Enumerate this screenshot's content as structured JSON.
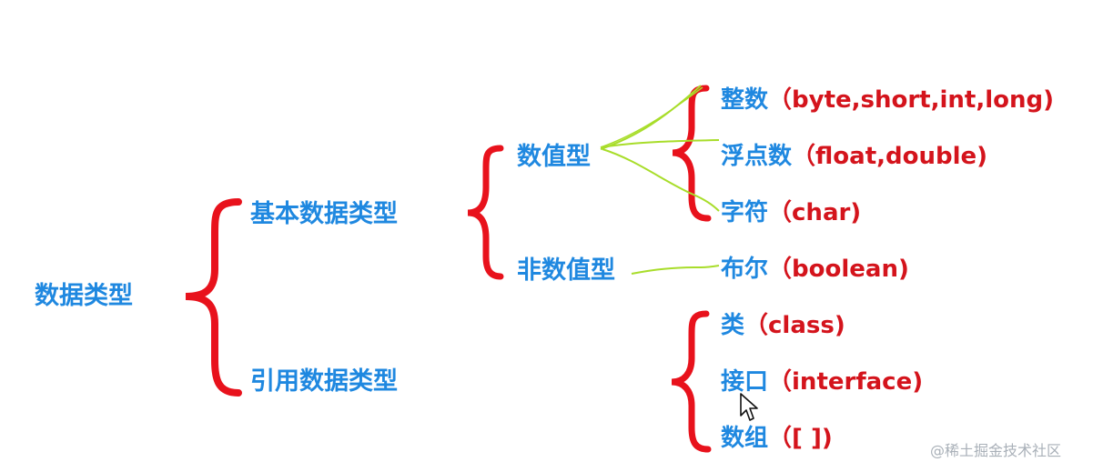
{
  "diagram": {
    "root": {
      "label": "数据类型"
    },
    "primitive": {
      "label": "基本数据类型",
      "numeric": {
        "label": "数值型",
        "items": [
          {
            "name": "整数",
            "detail": "（byte,short,int,long)"
          },
          {
            "name": "浮点数",
            "detail": "（float,double)"
          },
          {
            "name": "字符",
            "detail": "（char)"
          }
        ]
      },
      "non_numeric": {
        "label": "非数值型",
        "items": [
          {
            "name": "布尔",
            "detail": "（boolean)"
          }
        ]
      }
    },
    "reference": {
      "label": "引用数据类型",
      "items": [
        {
          "name": "类",
          "detail": "（class)"
        },
        {
          "name": "接口",
          "detail": "（interface)"
        },
        {
          "name": "数组",
          "detail": "（[ ])"
        }
      ]
    }
  },
  "watermark": "@稀土掘金技术社区",
  "colors": {
    "label_blue": "#1f88e0",
    "detail_red": "#d4141c",
    "brace_red": "#e8121c",
    "annotation_green": "#a8dd2a",
    "watermark_gray": "#a9b0b8"
  },
  "icons": {
    "cursor": "mouse-pointer-arrow-icon"
  }
}
